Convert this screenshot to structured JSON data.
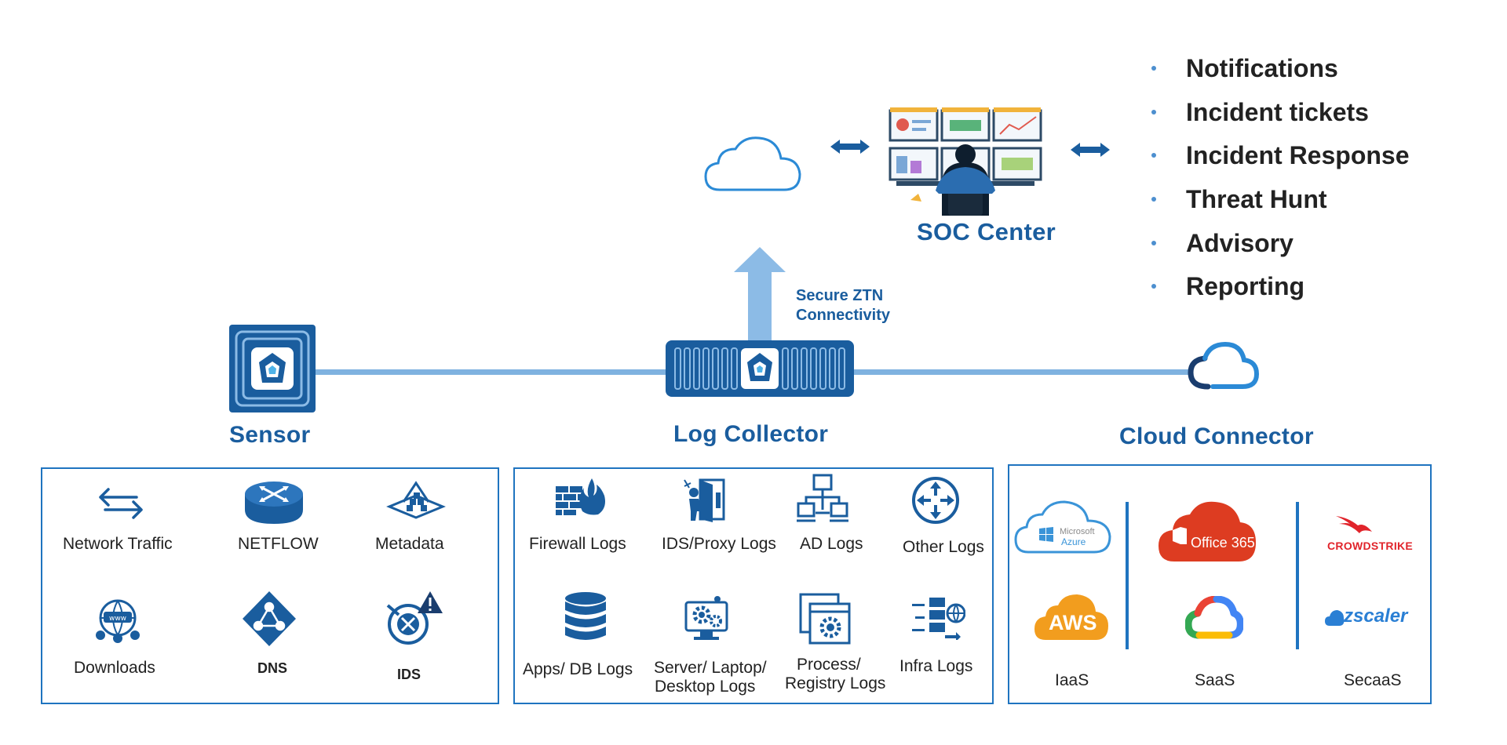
{
  "soc": {
    "title": "SOC Center",
    "services": [
      "Notifications",
      "Incident tickets",
      "Incident Response",
      "Threat Hunt",
      "Advisory",
      "Reporting"
    ]
  },
  "connectivity_label": [
    "Secure ZTN",
    "Connectivity"
  ],
  "nodes": {
    "sensor": "Sensor",
    "log_collector": "Log Collector",
    "cloud_connector": "Cloud Connector"
  },
  "sensor_panel": {
    "items": [
      "Network Traffic",
      "NETFLOW",
      "Metadata",
      "Downloads",
      "DNS",
      "IDS"
    ]
  },
  "log_panel": {
    "items": [
      "Firewall Logs",
      "IDS/Proxy Logs",
      "AD Logs",
      "Other Logs",
      "Apps/ DB Logs",
      "Server/ Laptop/",
      "Desktop Logs",
      "Process/",
      "Registry Logs",
      "Infra Logs"
    ]
  },
  "cloud_panel": {
    "columns": [
      "IaaS",
      "SaaS",
      "SecaaS"
    ],
    "logos": {
      "azure": [
        "Microsoft",
        "Azure"
      ],
      "office": "Office 365",
      "crowdstrike": "CROWDSTRIKE",
      "aws": "AWS",
      "zscaler": "zscaler"
    }
  },
  "colors": {
    "brand_blue": "#1a5d9e",
    "panel_border": "#1f74c0",
    "link_line": "#7fb2e0",
    "arrow_fill": "#8cbbe6"
  }
}
